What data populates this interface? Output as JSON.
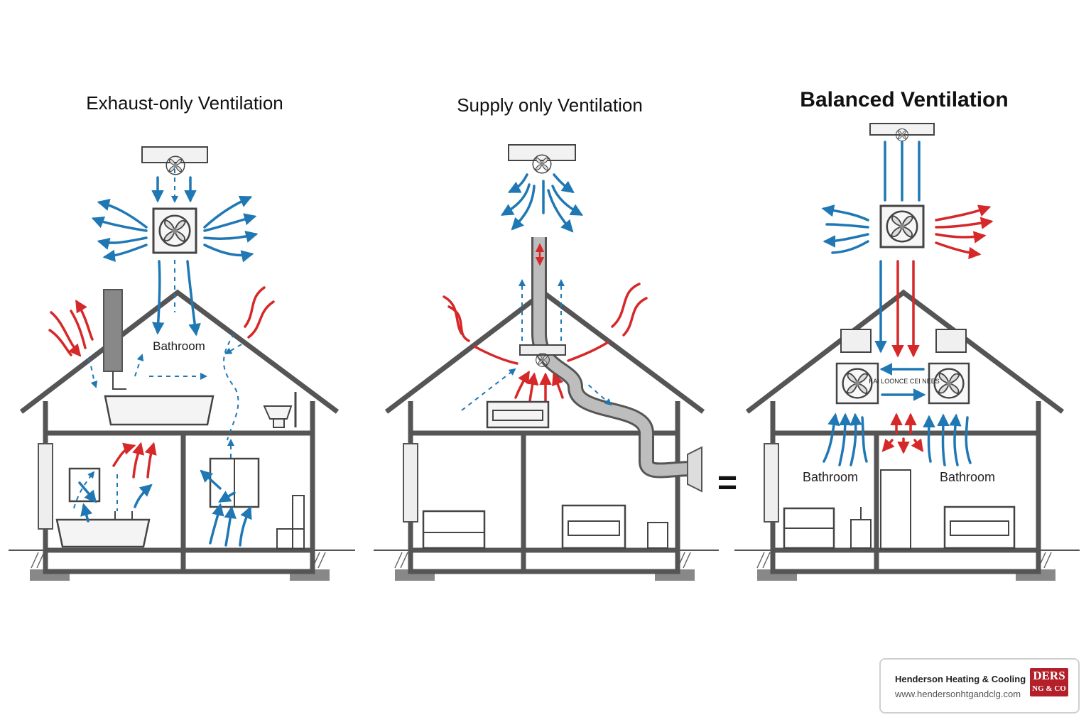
{
  "panels": [
    {
      "title": "Exhaust-only Ventilation",
      "room_label": "Bathroom"
    },
    {
      "title": "Supply only Ventilation"
    },
    {
      "title": "Balanced Ventilation",
      "heat_exchanger_label": "KAI LOONCE CEI NEES",
      "room_labels": [
        "Bathroom",
        "Bathroom"
      ]
    }
  ],
  "equals_symbol": "=",
  "brand": {
    "name": "Henderson Heating & Cooling",
    "url": "www.hendersonhtgandclg.com",
    "logo_line1": "DERS",
    "logo_line2": "NG & CO"
  },
  "colors": {
    "cold_air": "#1f78b4",
    "warm_air": "#d62828",
    "structure": "#555555"
  }
}
